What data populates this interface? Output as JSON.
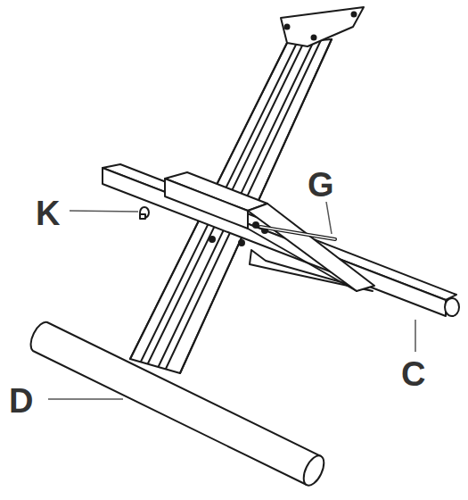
{
  "diagram": {
    "labels": [
      "G",
      "K",
      "C",
      "D"
    ]
  }
}
